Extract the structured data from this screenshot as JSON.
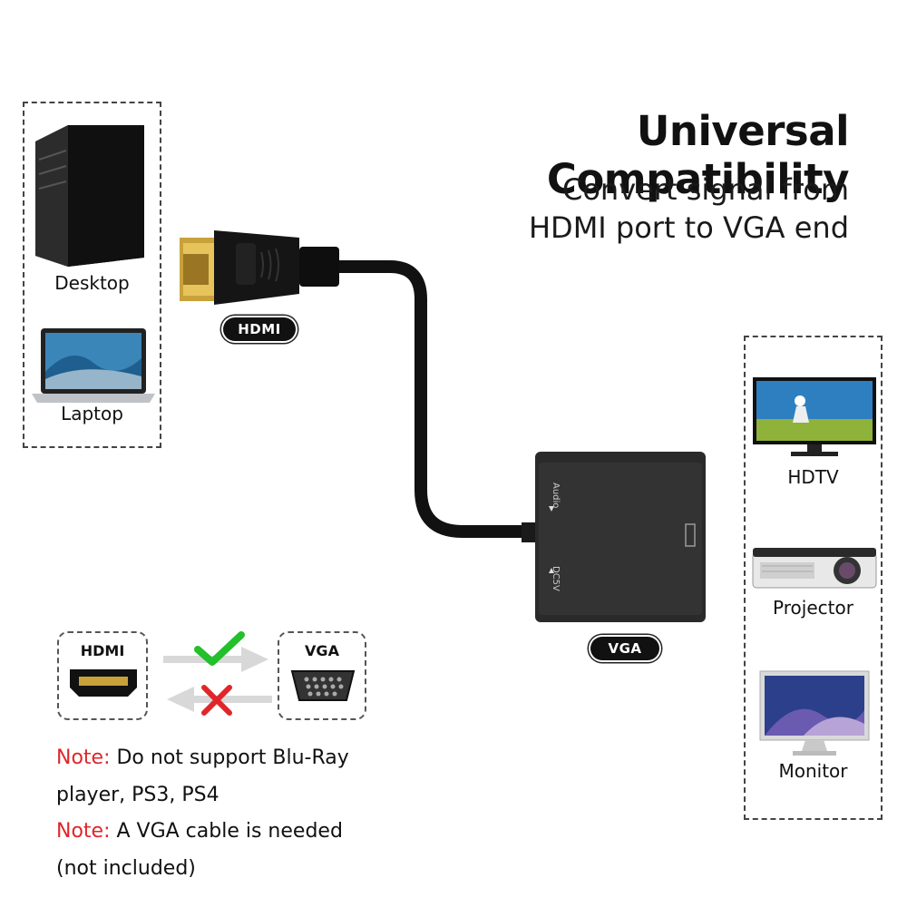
{
  "heading": {
    "title": "Universal Compatibility",
    "subtitle_line1": "Convert signal from",
    "subtitle_line2": "HDMI port to VGA end"
  },
  "sources": [
    {
      "label": "Desktop",
      "icon": "desktop-tower-icon"
    },
    {
      "label": "Laptop",
      "icon": "laptop-icon"
    }
  ],
  "displays": [
    {
      "label": "HDTV",
      "icon": "hdtv-icon"
    },
    {
      "label": "Projector",
      "icon": "projector-icon"
    },
    {
      "label": "Monitor",
      "icon": "monitor-icon"
    }
  ],
  "cable": {
    "hdmi_tag": "HDMI",
    "vga_tag": "VGA",
    "port_audio": "Audio",
    "port_power": "DC5V"
  },
  "direction": {
    "from_label": "HDMI",
    "to_label": "VGA",
    "supported_icon": "check-icon",
    "unsupported_icon": "cross-icon"
  },
  "notes": [
    {
      "prefix": "Note:",
      "text": " Do not support Blu-Ray"
    },
    {
      "prefix": "",
      "text": "player, PS3, PS4"
    },
    {
      "prefix": "Note:",
      "text": " A VGA cable is needed"
    },
    {
      "prefix": "",
      "text": "(not included)"
    }
  ],
  "colors": {
    "accent_red": "#e0262a",
    "check_green": "#22c02a",
    "dark": "#111111"
  }
}
